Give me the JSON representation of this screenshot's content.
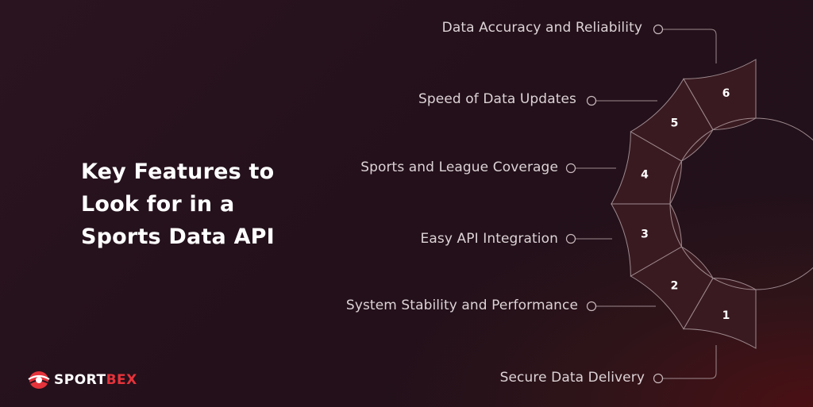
{
  "title_lines": [
    "Key Features to",
    "Look for in a",
    "Sports Data API"
  ],
  "features": [
    {
      "number": "1",
      "label": "Data Accuracy and Reliability"
    },
    {
      "number": "2",
      "label": "Speed of Data Updates"
    },
    {
      "number": "3",
      "label": "Sports and League Coverage"
    },
    {
      "number": "4",
      "label": "Easy API Integration"
    },
    {
      "number": "5",
      "label": "System Stability and Performance"
    },
    {
      "number": "6",
      "label": "Secure Data Delivery"
    }
  ],
  "brand": {
    "part1": "SPORT",
    "part2": "BEX"
  },
  "colors": {
    "segment_fill": "#3a1a21",
    "stroke": "#9e8a8f",
    "accent": "#e5333b"
  }
}
